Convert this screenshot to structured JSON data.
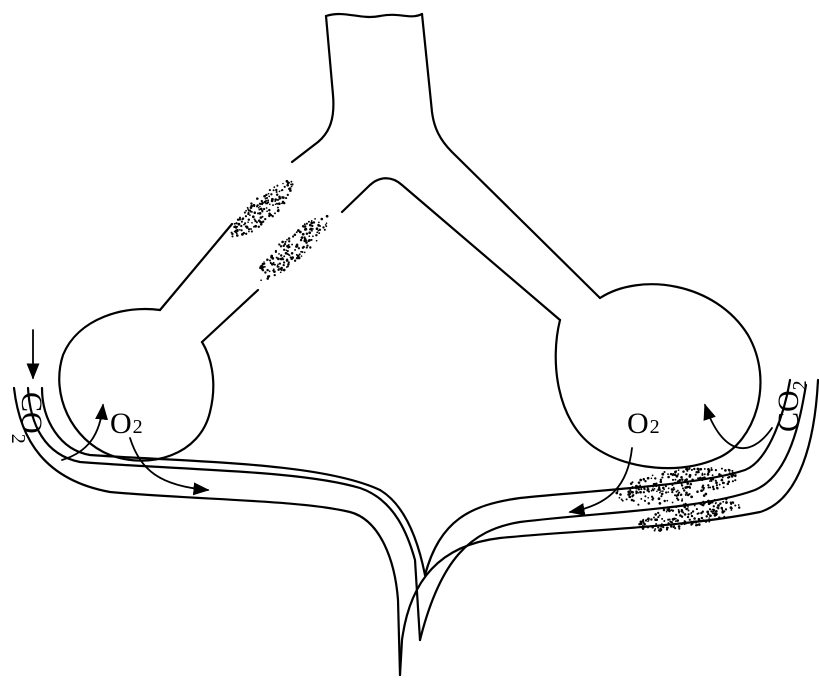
{
  "labels": {
    "o2_left": "O",
    "o2_left_sub": "2",
    "co2_left": "CO",
    "co2_left_sub": "2",
    "o2_right": "O",
    "o2_right_sub": "2",
    "co2_right": "CO",
    "co2_right_sub": "2"
  },
  "colors": {
    "stroke": "#000000",
    "background": "#ffffff"
  }
}
